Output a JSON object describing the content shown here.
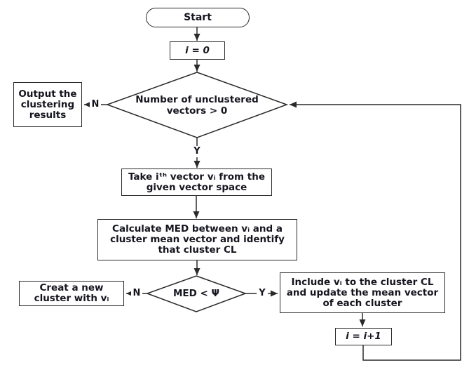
{
  "flowchart": {
    "title": "vector-clustering-flowchart",
    "nodes": {
      "start": {
        "label": "Start"
      },
      "init": {
        "label": "i = 0"
      },
      "decision_unclustered": {
        "label": "Number of unclustered vectors > 0"
      },
      "output_results": {
        "label": "Output the clustering results"
      },
      "take_vector": {
        "label": "Take iᵗʰ vector vᵢ from the given vector space"
      },
      "calc_med": {
        "label": "Calculate MED between vᵢ and a cluster mean vector and identify that cluster CL"
      },
      "decision_med": {
        "label": "MED < Ψ"
      },
      "new_cluster": {
        "label": "Creat a new cluster with vᵢ"
      },
      "include_cluster": {
        "label": "Include vᵢ to the cluster CL and update the mean vector of each cluster"
      },
      "increment": {
        "label": "i = i+1"
      }
    },
    "edge_labels": {
      "unclustered_no": "N",
      "unclustered_yes": "Y",
      "med_no": "N",
      "med_yes": "Y"
    },
    "colors": {
      "line": "#2a2a2a",
      "text": "#15151f",
      "background": "#ffffff"
    }
  }
}
